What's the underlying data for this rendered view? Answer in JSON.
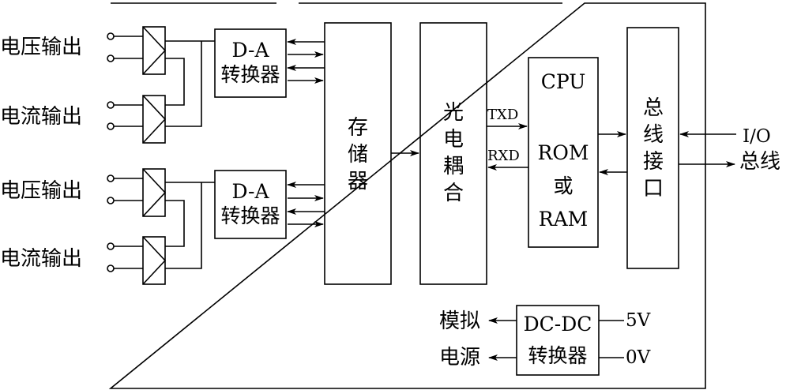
{
  "outputs": {
    "ch1": "电压输出",
    "ch2": "电流输出",
    "ch3": "电压输出",
    "ch4": "电流输出"
  },
  "da_top": {
    "line1": "D-A",
    "line2": "转换器"
  },
  "da_bottom": {
    "line1": "D-A",
    "line2": "转换器"
  },
  "memory": "存储器",
  "optocoupler": "光电耦合",
  "signals": {
    "txd": "TXD",
    "rxd": "RXD"
  },
  "cpu": {
    "line1": "CPU",
    "line2": "ROM",
    "line3": "或",
    "line4": "RAM"
  },
  "bus_interface": "总线接口",
  "io_bus": {
    "line1": "I/O",
    "line2": "总线"
  },
  "dcdc": {
    "line1": "DC-DC",
    "line2": "转换器"
  },
  "power": {
    "out1": "模拟",
    "out2": "电源",
    "in1": "5V",
    "in2": "0V"
  }
}
